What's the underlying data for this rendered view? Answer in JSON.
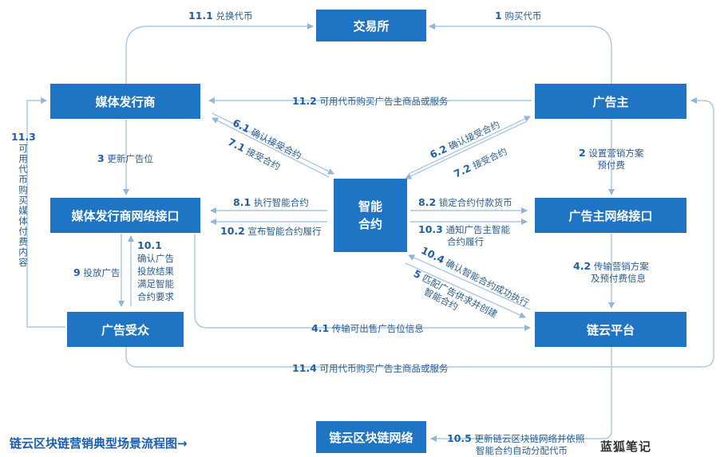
{
  "colors": {
    "node_fill": "#1f74c4",
    "line": "#a9c8e6",
    "text": "#2a5d8f",
    "caption": "#1b5fae"
  },
  "nodes": {
    "exchange": "交易所",
    "publisher": "媒体发行商",
    "advertiser": "广告主",
    "publisher_api": "媒体发行商网络接口",
    "contract_line1": "智能",
    "contract_line2": "合约",
    "advertiser_api": "广告主网络接口",
    "audience": "广告受众",
    "platform": "链云平台",
    "chain": "链云区块链网络"
  },
  "edges": {
    "e11_1": {
      "num": "11.1",
      "text": "兑换代币"
    },
    "e1": {
      "num": "1",
      "text": "购买代币"
    },
    "e11_2": {
      "num": "11.2",
      "text": "可用代币购买广告主商品或服务"
    },
    "e6_1": {
      "num": "6.1",
      "text": "确认接受合约"
    },
    "e7_1": {
      "num": "7.1",
      "text": "接受合约"
    },
    "e6_2": {
      "num": "6.2",
      "text": "确认接受合约"
    },
    "e7_2": {
      "num": "7.2",
      "text": "接受合约"
    },
    "e3": {
      "num": "3",
      "text": "更新广告位"
    },
    "e2": {
      "num": "2",
      "text": "设置营销方案",
      "text2": "预付费"
    },
    "e8_1": {
      "num": "8.1",
      "text": "执行智能合约"
    },
    "e10_2": {
      "num": "10.2",
      "text": "宣布智能合约履行"
    },
    "e8_2": {
      "num": "8.2",
      "text": "锁定合约付款货币"
    },
    "e10_3": {
      "num": "10.3",
      "text": "通知广告主智能",
      "text2": "合约履行"
    },
    "e11_3": {
      "num": "11.3",
      "text": "可用代币购买媒体付费内容"
    },
    "e9": {
      "num": "9",
      "text": "投放广告"
    },
    "e10_1": {
      "num": "10.1",
      "lines": [
        "确认广告",
        "投放结果",
        "满足智能",
        "合约要求"
      ]
    },
    "e10_4": {
      "num": "10.4",
      "text": "确认智能合约成功执行"
    },
    "e5": {
      "num": "5",
      "text": "匹配广告供求并创建",
      "text2": "智能合约"
    },
    "e4_2": {
      "num": "4.2",
      "text": "传输营销方案",
      "text2": "及预付费信息"
    },
    "e4_1": {
      "num": "4.1",
      "text": "传输可出售广告位信息"
    },
    "e11_4": {
      "num": "11.4",
      "text": "可用代币购买广告主商品或服务"
    },
    "e10_5": {
      "num": "10.5",
      "text": "更新链云区块链网络并依照",
      "text2": "智能合约自动分配代币"
    }
  },
  "caption": "链云区块链营销典型场景流程图→",
  "watermark": "蓝狐笔记"
}
